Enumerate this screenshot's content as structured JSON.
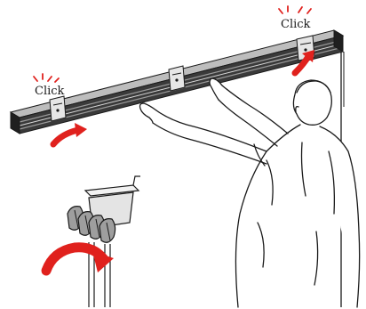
{
  "labels": {
    "click_left": "Click",
    "click_right": "Click"
  },
  "colors": {
    "arrow": "#e0211d",
    "line": "#1a1a1a",
    "rail_dark": "#2e2e2e",
    "rail_light": "#cfcfcf",
    "bracket": "#dcdcdc",
    "background": "#ffffff"
  },
  "icons": {
    "rotate_arrow": "curved-red-arrow",
    "click_burst": "click-sound-lines"
  }
}
